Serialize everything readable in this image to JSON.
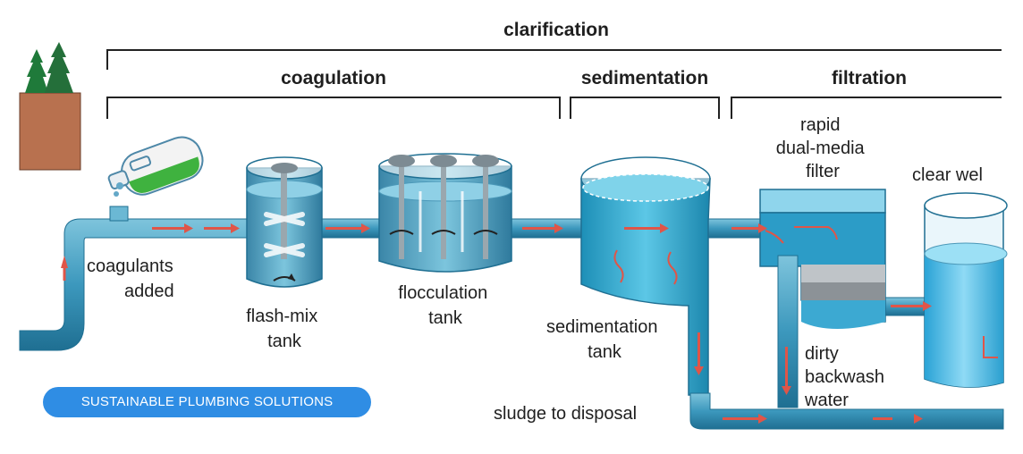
{
  "headers": {
    "clarification": "clarification",
    "coagulation": "coagulation",
    "sedimentation": "sedimentation",
    "filtration": "filtration"
  },
  "labels": {
    "coagulants_1": "coagulants",
    "coagulants_2": "added",
    "flashmix_1": "flash-mix",
    "flashmix_2": "tank",
    "flocculation_1": "flocculation",
    "flocculation_2": "tank",
    "sed_tank_1": "sedimentation",
    "sed_tank_2": "tank",
    "filter_1": "rapid",
    "filter_2": "dual-media",
    "filter_3": "filter",
    "clearwell": "clear wel",
    "backwash_1": "dirty",
    "backwash_2": "backwash",
    "backwash_3": "water",
    "sludge": "sludge to disposal"
  },
  "badge": "SUSTAINABLE PLUMBING SOLUTIONS",
  "colors": {
    "pipe": "#3d9ec0",
    "pipe_dark": "#1f6f92",
    "water": "#4fb6d8",
    "flow_arrow": "#e05548",
    "soil": "#b8714f",
    "tree": "#1f7a3a",
    "badge": "#2f8de4"
  }
}
